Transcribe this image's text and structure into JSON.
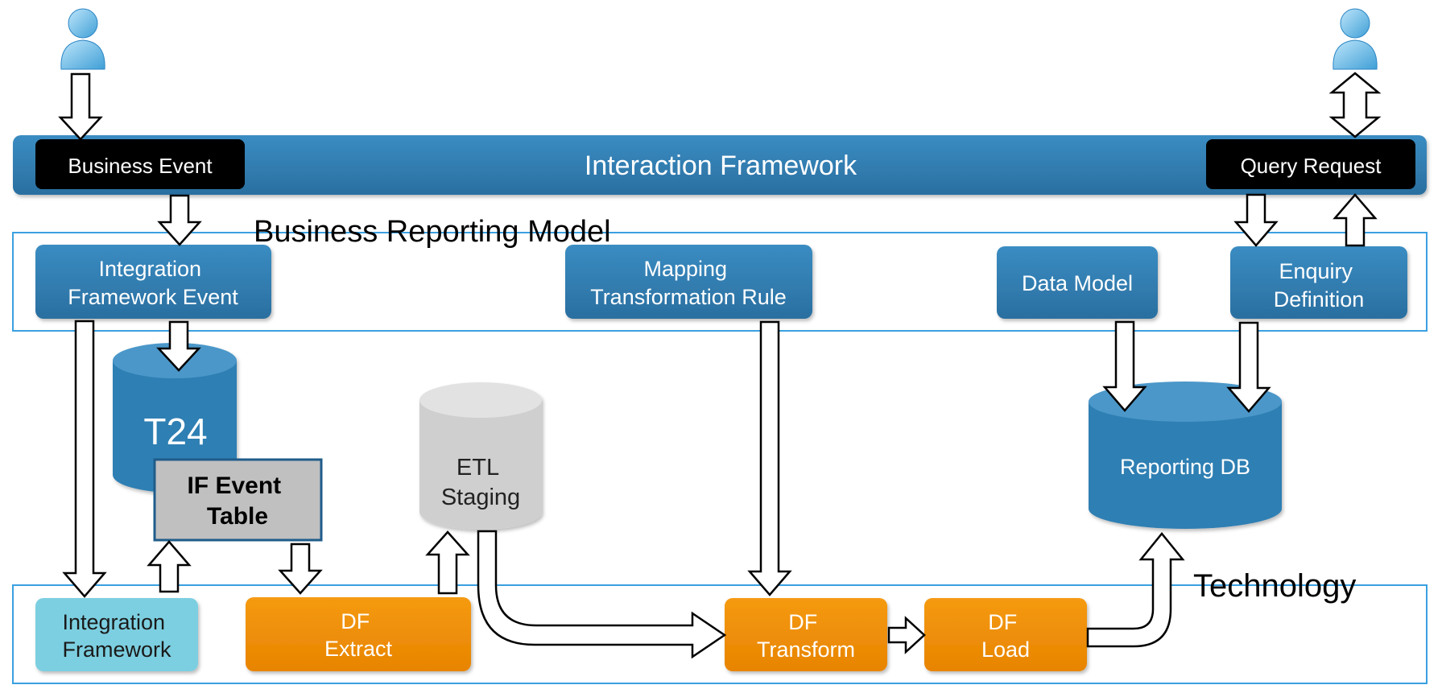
{
  "interaction_framework": {
    "label": "Interaction Framework",
    "business_event": "Business Event",
    "query_request": "Query Request"
  },
  "business_reporting_model": {
    "label": "Business Reporting Model",
    "integration_framework_event": [
      "Integration",
      "Framework Event"
    ],
    "mapping_transformation_rule": [
      "Mapping",
      "Transformation Rule"
    ],
    "data_model": "Data Model",
    "enquiry_definition": [
      "Enquiry",
      "Definition"
    ]
  },
  "storage": {
    "t24": "T24",
    "if_event_table": [
      "IF Event",
      "Table"
    ],
    "etl_staging": [
      "ETL",
      "Staging"
    ],
    "reporting_db": "Reporting DB"
  },
  "technology": {
    "label": "Technology",
    "integration_framework": [
      "Integration",
      "Framework"
    ],
    "df_extract": [
      "DF",
      "Extract"
    ],
    "df_transform": [
      "DF",
      "Transform"
    ],
    "df_load": [
      "DF",
      "Load"
    ]
  },
  "colors": {
    "blue": "#2f7fb3",
    "orange": "#f08c00",
    "light_cyan": "#7ccfe0",
    "gray_box": "#c0c0c0",
    "gray_cylinder": "#cfcfcf",
    "frame_line": "#3aa0e0"
  }
}
